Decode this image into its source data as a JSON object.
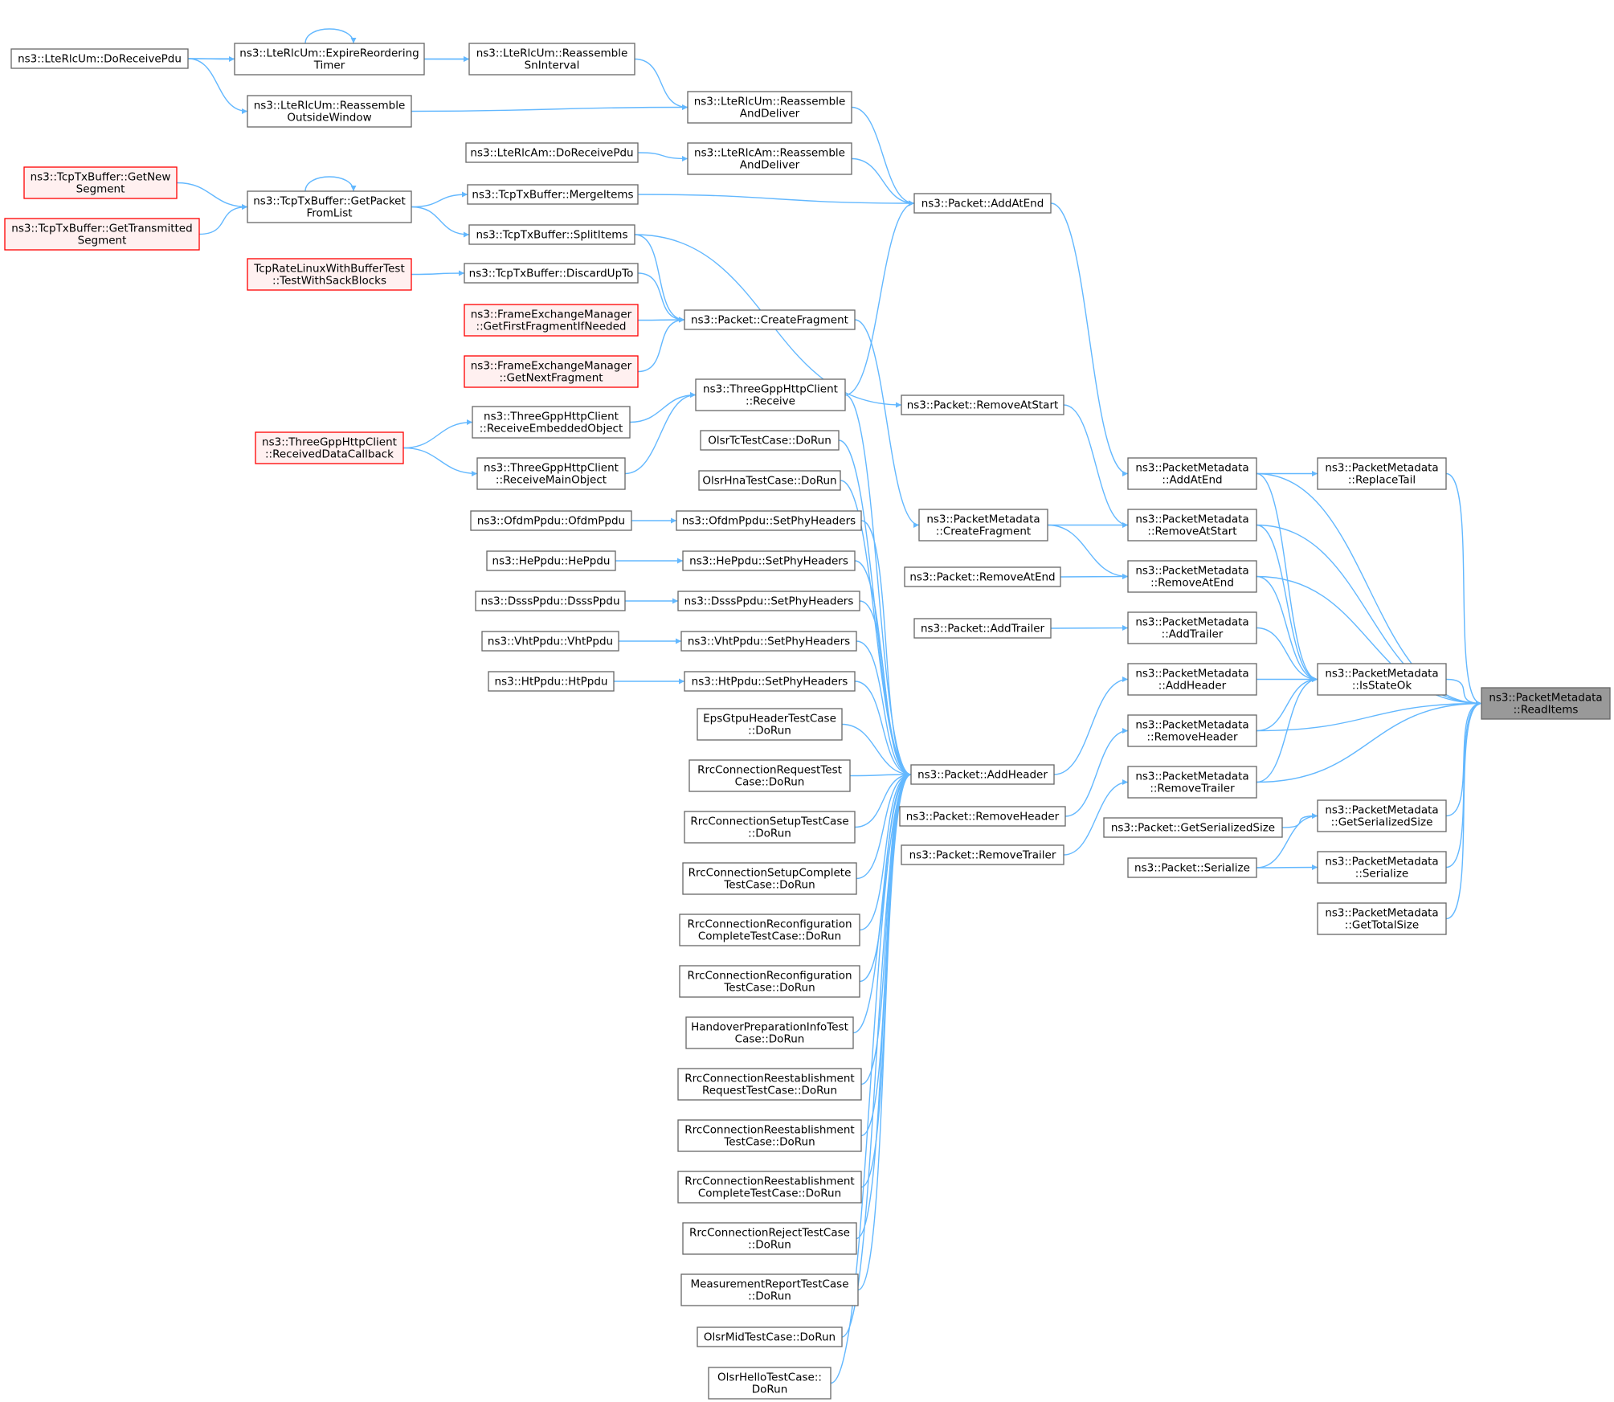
{
  "graph": {
    "root": "ns3::PacketMetadata::ReadItems",
    "colors": {
      "edge": "#63b8ff",
      "node_border": "#666666",
      "red_border": "#ff0000",
      "red_fill": "#fff0f0",
      "root_fill": "#999999"
    },
    "nodes": {
      "lteUmDoReceive": {
        "lines": [
          "ns3::LteRlcUm::DoReceivePdu"
        ]
      },
      "lteUmExpire": {
        "lines": [
          "ns3::LteRlcUm::ExpireReordering",
          "Timer"
        ]
      },
      "lteUmReassSn": {
        "lines": [
          "ns3::LteRlcUm::Reassemble",
          "SnInterval"
        ]
      },
      "lteUmReassOut": {
        "lines": [
          "ns3::LteRlcUm::Reassemble",
          "OutsideWindow"
        ]
      },
      "lteUmReassDel": {
        "lines": [
          "ns3::LteRlcUm::Reassemble",
          "AndDeliver"
        ]
      },
      "lteAmDoReceive": {
        "lines": [
          "ns3::LteRlcAm::DoReceivePdu"
        ]
      },
      "lteAmReassDel": {
        "lines": [
          "ns3::LteRlcAm::Reassemble",
          "AndDeliver"
        ]
      },
      "tcpGetNew": {
        "lines": [
          "ns3::TcpTxBuffer::GetNew",
          "Segment"
        ],
        "red": true
      },
      "tcpGetTrans": {
        "lines": [
          "ns3::TcpTxBuffer::GetTransmitted",
          "Segment"
        ],
        "red": true
      },
      "tcpGetPacket": {
        "lines": [
          "ns3::TcpTxBuffer::GetPacket",
          "FromList"
        ]
      },
      "tcpMerge": {
        "lines": [
          "ns3::TcpTxBuffer::MergeItems"
        ]
      },
      "tcpSplit": {
        "lines": [
          "ns3::TcpTxBuffer::SplitItems"
        ]
      },
      "tcpRateTest": {
        "lines": [
          "TcpRateLinuxWithBufferTest",
          "::TestWithSackBlocks"
        ],
        "red": true
      },
      "tcpDiscard": {
        "lines": [
          "ns3::TcpTxBuffer::DiscardUpTo"
        ]
      },
      "femFirst": {
        "lines": [
          "ns3::FrameExchangeManager",
          "::GetFirstFragmentIfNeeded"
        ],
        "red": true
      },
      "femNext": {
        "lines": [
          "ns3::FrameExchangeManager",
          "::GetNextFragment"
        ],
        "red": true
      },
      "pktCreateFrag": {
        "lines": [
          "ns3::Packet::CreateFragment"
        ]
      },
      "pktAddAtEnd": {
        "lines": [
          "ns3::Packet::AddAtEnd"
        ]
      },
      "httpReceive": {
        "lines": [
          "ns3::ThreeGppHttpClient",
          "::Receive"
        ]
      },
      "httpRecvEmb": {
        "lines": [
          "ns3::ThreeGppHttpClient",
          "::ReceiveEmbeddedObject"
        ]
      },
      "httpRecvMain": {
        "lines": [
          "ns3::ThreeGppHttpClient",
          "::ReceiveMainObject"
        ]
      },
      "httpRecvCb": {
        "lines": [
          "ns3::ThreeGppHttpClient",
          "::ReceivedDataCallback"
        ],
        "red": true
      },
      "olsrTc": {
        "lines": [
          "OlsrTcTestCase::DoRun"
        ]
      },
      "olsrHna": {
        "lines": [
          "OlsrHnaTestCase::DoRun"
        ]
      },
      "ofdmPpdu": {
        "lines": [
          "ns3::OfdmPpdu::OfdmPpdu"
        ]
      },
      "ofdmSet": {
        "lines": [
          "ns3::OfdmPpdu::SetPhyHeaders"
        ]
      },
      "hePpdu": {
        "lines": [
          "ns3::HePpdu::HePpdu"
        ]
      },
      "heSet": {
        "lines": [
          "ns3::HePpdu::SetPhyHeaders"
        ]
      },
      "dsssPpdu": {
        "lines": [
          "ns3::DsssPpdu::DsssPpdu"
        ]
      },
      "dsssSet": {
        "lines": [
          "ns3::DsssPpdu::SetPhyHeaders"
        ]
      },
      "vhtPpdu": {
        "lines": [
          "ns3::VhtPpdu::VhtPpdu"
        ]
      },
      "vhtSet": {
        "lines": [
          "ns3::VhtPpdu::SetPhyHeaders"
        ]
      },
      "htPpdu": {
        "lines": [
          "ns3::HtPpdu::HtPpdu"
        ]
      },
      "htSet": {
        "lines": [
          "ns3::HtPpdu::SetPhyHeaders"
        ]
      },
      "epsGtpu": {
        "lines": [
          "EpsGtpuHeaderTestCase",
          "::DoRun"
        ]
      },
      "rrcReq": {
        "lines": [
          "RrcConnectionRequestTest",
          "Case::DoRun"
        ]
      },
      "rrcSetup": {
        "lines": [
          "RrcConnectionSetupTestCase",
          "::DoRun"
        ]
      },
      "rrcSetupComp": {
        "lines": [
          "RrcConnectionSetupComplete",
          "TestCase::DoRun"
        ]
      },
      "rrcReconfComp": {
        "lines": [
          "RrcConnectionReconfiguration",
          "CompleteTestCase::DoRun"
        ]
      },
      "rrcReconf": {
        "lines": [
          "RrcConnectionReconfiguration",
          "TestCase::DoRun"
        ]
      },
      "handover": {
        "lines": [
          "HandoverPreparationInfoTest",
          "Case::DoRun"
        ]
      },
      "rrcReestReq": {
        "lines": [
          "RrcConnectionReestablishment",
          "RequestTestCase::DoRun"
        ]
      },
      "rrcReest": {
        "lines": [
          "RrcConnectionReestablishment",
          "TestCase::DoRun"
        ]
      },
      "rrcReestComp": {
        "lines": [
          "RrcConnectionReestablishment",
          "CompleteTestCase::DoRun"
        ]
      },
      "rrcReject": {
        "lines": [
          "RrcConnectionRejectTestCase",
          "::DoRun"
        ]
      },
      "measReport": {
        "lines": [
          "MeasurementReportTestCase",
          "::DoRun"
        ]
      },
      "olsrMid": {
        "lines": [
          "OlsrMidTestCase::DoRun"
        ]
      },
      "olsrHello": {
        "lines": [
          "OlsrHelloTestCase::",
          "DoRun"
        ]
      },
      "pktAddHeader": {
        "lines": [
          "ns3::Packet::AddHeader"
        ]
      },
      "pktRemoveAtStart": {
        "lines": [
          "ns3::Packet::RemoveAtStart"
        ]
      },
      "pktRemoveAtEnd": {
        "lines": [
          "ns3::Packet::RemoveAtEnd"
        ]
      },
      "pktAddTrailer": {
        "lines": [
          "ns3::Packet::AddTrailer"
        ]
      },
      "pktRemoveHeader": {
        "lines": [
          "ns3::Packet::RemoveHeader"
        ]
      },
      "pktRemoveTrailer": {
        "lines": [
          "ns3::Packet::RemoveTrailer"
        ]
      },
      "pktGetSerSize": {
        "lines": [
          "ns3::Packet::GetSerializedSize"
        ]
      },
      "pktSerialize": {
        "lines": [
          "ns3::Packet::Serialize"
        ]
      },
      "pmCreateFrag": {
        "lines": [
          "ns3::PacketMetadata",
          "::CreateFragment"
        ]
      },
      "pmAddAtEnd": {
        "lines": [
          "ns3::PacketMetadata",
          "::AddAtEnd"
        ]
      },
      "pmRemoveAtStart": {
        "lines": [
          "ns3::PacketMetadata",
          "::RemoveAtStart"
        ]
      },
      "pmRemoveAtEnd": {
        "lines": [
          "ns3::PacketMetadata",
          "::RemoveAtEnd"
        ]
      },
      "pmAddTrailer": {
        "lines": [
          "ns3::PacketMetadata",
          "::AddTrailer"
        ]
      },
      "pmAddHeader": {
        "lines": [
          "ns3::PacketMetadata",
          "::AddHeader"
        ]
      },
      "pmRemoveHeader": {
        "lines": [
          "ns3::PacketMetadata",
          "::RemoveHeader"
        ]
      },
      "pmRemoveTrailer": {
        "lines": [
          "ns3::PacketMetadata",
          "::RemoveTrailer"
        ]
      },
      "pmReplaceTail": {
        "lines": [
          "ns3::PacketMetadata",
          "::ReplaceTail"
        ]
      },
      "pmIsStateOk": {
        "lines": [
          "ns3::PacketMetadata",
          "::IsStateOk"
        ]
      },
      "pmGetSerSize": {
        "lines": [
          "ns3::PacketMetadata",
          "::GetSerializedSize"
        ]
      },
      "pmSerialize": {
        "lines": [
          "ns3::PacketMetadata",
          "::Serialize"
        ]
      },
      "pmGetTotalSize": {
        "lines": [
          "ns3::PacketMetadata",
          "::GetTotalSize"
        ]
      },
      "pmReadItems": {
        "lines": [
          "ns3::PacketMetadata",
          "::ReadItems"
        ],
        "root": true
      }
    },
    "edges": [
      [
        "lteUmDoReceive",
        "lteUmExpire"
      ],
      [
        "lteUmDoReceive",
        "lteUmReassSn"
      ],
      [
        "lteUmDoReceive",
        "lteUmReassOut"
      ],
      [
        "lteUmExpire",
        "lteUmExpire"
      ],
      [
        "lteUmExpire",
        "lteUmReassSn"
      ],
      [
        "lteUmReassSn",
        "lteUmReassDel"
      ],
      [
        "lteUmReassOut",
        "lteUmReassDel"
      ],
      [
        "lteUmReassDel",
        "pktAddAtEnd"
      ],
      [
        "lteAmDoReceive",
        "lteAmReassDel"
      ],
      [
        "lteAmReassDel",
        "pktAddAtEnd"
      ],
      [
        "tcpGetNew",
        "tcpGetPacket"
      ],
      [
        "tcpGetTrans",
        "tcpGetPacket"
      ],
      [
        "tcpGetPacket",
        "tcpGetPacket"
      ],
      [
        "tcpGetPacket",
        "tcpMerge"
      ],
      [
        "tcpGetPacket",
        "tcpSplit"
      ],
      [
        "tcpMerge",
        "pktAddAtEnd"
      ],
      [
        "tcpSplit",
        "pktCreateFrag"
      ],
      [
        "tcpSplit",
        "pktRemoveAtStart"
      ],
      [
        "tcpRateTest",
        "tcpDiscard"
      ],
      [
        "tcpDiscard",
        "pktCreateFrag"
      ],
      [
        "femFirst",
        "pktCreateFrag"
      ],
      [
        "femNext",
        "pktCreateFrag"
      ],
      [
        "pktCreateFrag",
        "pmCreateFrag"
      ],
      [
        "httpReceive",
        "pktAddAtEnd"
      ],
      [
        "httpRecvEmb",
        "httpReceive"
      ],
      [
        "httpRecvMain",
        "httpReceive"
      ],
      [
        "httpRecvCb",
        "httpRecvEmb"
      ],
      [
        "httpRecvCb",
        "httpRecvMain"
      ],
      [
        "httpReceive",
        "pktAddHeader"
      ],
      [
        "olsrTc",
        "pktAddHeader"
      ],
      [
        "olsrHna",
        "pktAddHeader"
      ],
      [
        "ofdmPpdu",
        "ofdmSet"
      ],
      [
        "ofdmSet",
        "pktAddHeader"
      ],
      [
        "hePpdu",
        "heSet"
      ],
      [
        "heSet",
        "pktAddHeader"
      ],
      [
        "dsssPpdu",
        "dsssSet"
      ],
      [
        "dsssSet",
        "pktAddHeader"
      ],
      [
        "vhtPpdu",
        "vhtSet"
      ],
      [
        "vhtSet",
        "pktAddHeader"
      ],
      [
        "htPpdu",
        "htSet"
      ],
      [
        "htSet",
        "pktAddHeader"
      ],
      [
        "epsGtpu",
        "pktAddHeader"
      ],
      [
        "rrcReq",
        "pktAddHeader"
      ],
      [
        "rrcSetup",
        "pktAddHeader"
      ],
      [
        "rrcSetupComp",
        "pktAddHeader"
      ],
      [
        "rrcReconfComp",
        "pktAddHeader"
      ],
      [
        "rrcReconf",
        "pktAddHeader"
      ],
      [
        "handover",
        "pktAddHeader"
      ],
      [
        "rrcReestReq",
        "pktAddHeader"
      ],
      [
        "rrcReest",
        "pktAddHeader"
      ],
      [
        "rrcReestComp",
        "pktAddHeader"
      ],
      [
        "rrcReject",
        "pktAddHeader"
      ],
      [
        "measReport",
        "pktAddHeader"
      ],
      [
        "olsrMid",
        "pktAddHeader"
      ],
      [
        "olsrHello",
        "pktAddHeader"
      ],
      [
        "pktAddAtEnd",
        "pmAddAtEnd"
      ],
      [
        "pktRemoveAtStart",
        "pmRemoveAtStart"
      ],
      [
        "pmCreateFrag",
        "pmRemoveAtStart"
      ],
      [
        "pmCreateFrag",
        "pmRemoveAtEnd"
      ],
      [
        "pktRemoveAtEnd",
        "pmRemoveAtEnd"
      ],
      [
        "pktAddTrailer",
        "pmAddTrailer"
      ],
      [
        "pktAddHeader",
        "pmAddHeader"
      ],
      [
        "pktRemoveHeader",
        "pmRemoveHeader"
      ],
      [
        "pktRemoveTrailer",
        "pmRemoveTrailer"
      ],
      [
        "pktGetSerSize",
        "pmGetSerSize"
      ],
      [
        "pktSerialize",
        "pmGetSerSize"
      ],
      [
        "pktSerialize",
        "pmSerialize"
      ],
      [
        "pmAddAtEnd",
        "pmReplaceTail"
      ],
      [
        "pmAddAtEnd",
        "pmIsStateOk"
      ],
      [
        "pmRemoveAtStart",
        "pmIsStateOk"
      ],
      [
        "pmRemoveAtEnd",
        "pmIsStateOk"
      ],
      [
        "pmAddTrailer",
        "pmIsStateOk"
      ],
      [
        "pmAddHeader",
        "pmIsStateOk"
      ],
      [
        "pmRemoveHeader",
        "pmIsStateOk"
      ],
      [
        "pmRemoveTrailer",
        "pmIsStateOk"
      ],
      [
        "pmAddAtEnd",
        "pmReadItems"
      ],
      [
        "pmRemoveAtStart",
        "pmReadItems"
      ],
      [
        "pmRemoveAtEnd",
        "pmReadItems"
      ],
      [
        "pmRemoveHeader",
        "pmReadItems"
      ],
      [
        "pmRemoveTrailer",
        "pmReadItems"
      ],
      [
        "pmReplaceTail",
        "pmReadItems"
      ],
      [
        "pmIsStateOk",
        "pmReadItems"
      ],
      [
        "pmGetSerSize",
        "pmReadItems"
      ],
      [
        "pmSerialize",
        "pmReadItems"
      ],
      [
        "pmGetTotalSize",
        "pmReadItems"
      ]
    ]
  }
}
